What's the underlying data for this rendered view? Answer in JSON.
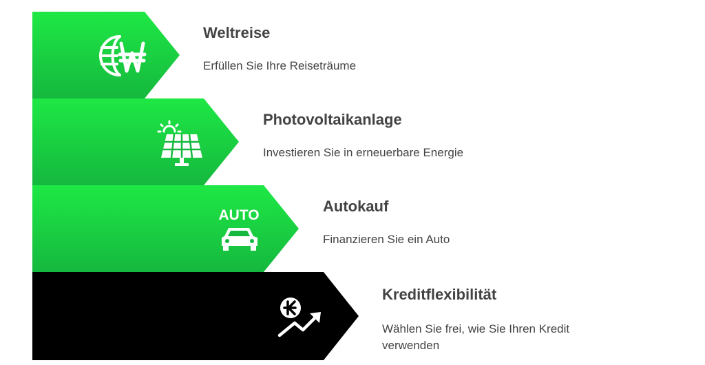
{
  "colors": {
    "green_light": "#1ee845",
    "green_dark": "#15b83e",
    "black": "#000000",
    "icon": "#ffffff",
    "text": "#434343"
  },
  "steps": [
    {
      "title": "Weltreise",
      "description": "Erfüllen Sie Ihre Reiseträume",
      "icon": "globe-won-icon",
      "fill": "green"
    },
    {
      "title": "Photovoltaikanlage",
      "description": "Investieren Sie in erneuerbare Energie",
      "icon": "solar-panel-icon",
      "fill": "green"
    },
    {
      "title": "Autokauf",
      "description": "Finanzieren Sie ein Auto",
      "icon": "auto-car-icon",
      "fill": "green"
    },
    {
      "title": "Kreditflexibilität",
      "description": "Wählen Sie frei, wie Sie Ihren Kredit verwenden",
      "icon": "kip-trend-icon",
      "fill": "black"
    }
  ],
  "icon_labels": {
    "auto": "AUTO"
  }
}
